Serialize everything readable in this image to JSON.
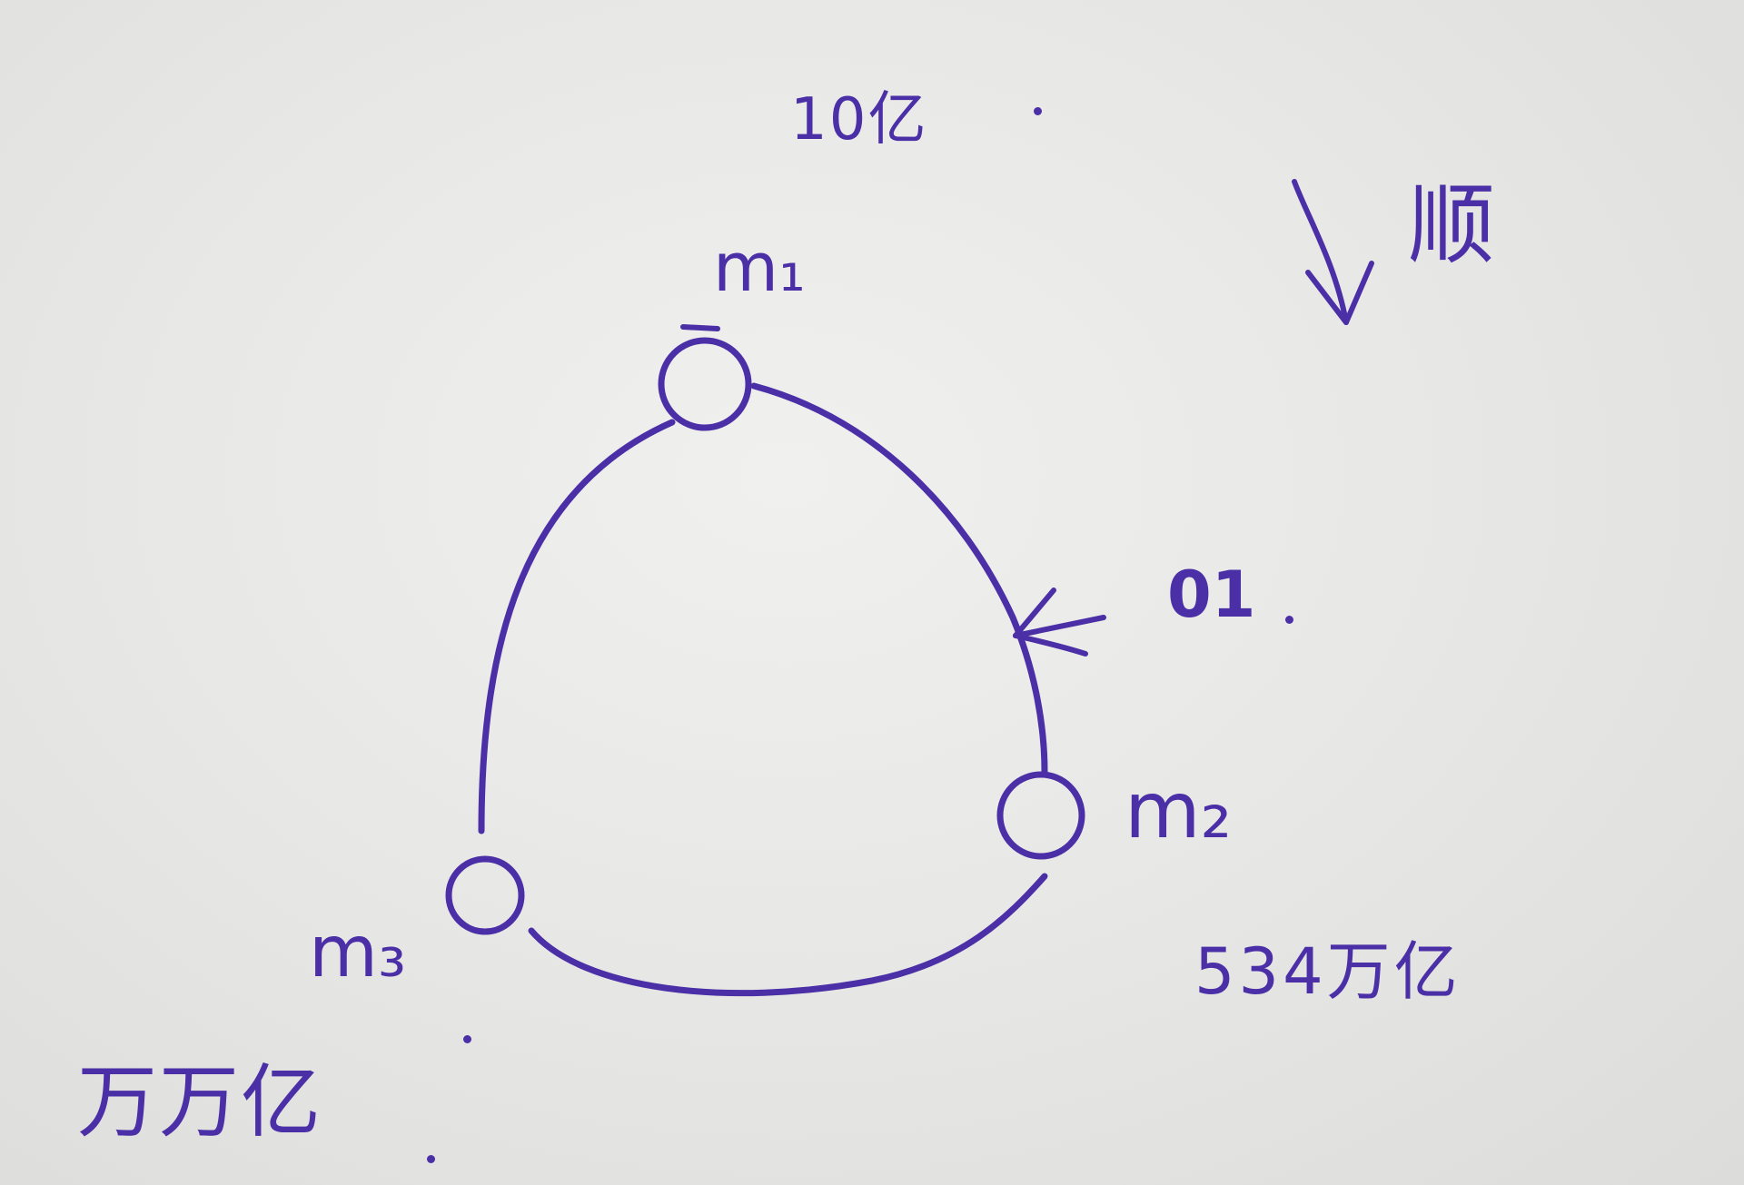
{
  "diagram": {
    "nodes": [
      {
        "id": "m1",
        "label": "m₁"
      },
      {
        "id": "m2",
        "label": "m₂"
      },
      {
        "id": "m3",
        "label": "m₃"
      }
    ],
    "annotations": {
      "top": "10亿",
      "direction_word": "顺",
      "o1_label": "01",
      "m2_value": "534万亿",
      "m3_value": "万万亿"
    },
    "arrow_direction": "down",
    "ink_color": "#4b2fa6"
  }
}
